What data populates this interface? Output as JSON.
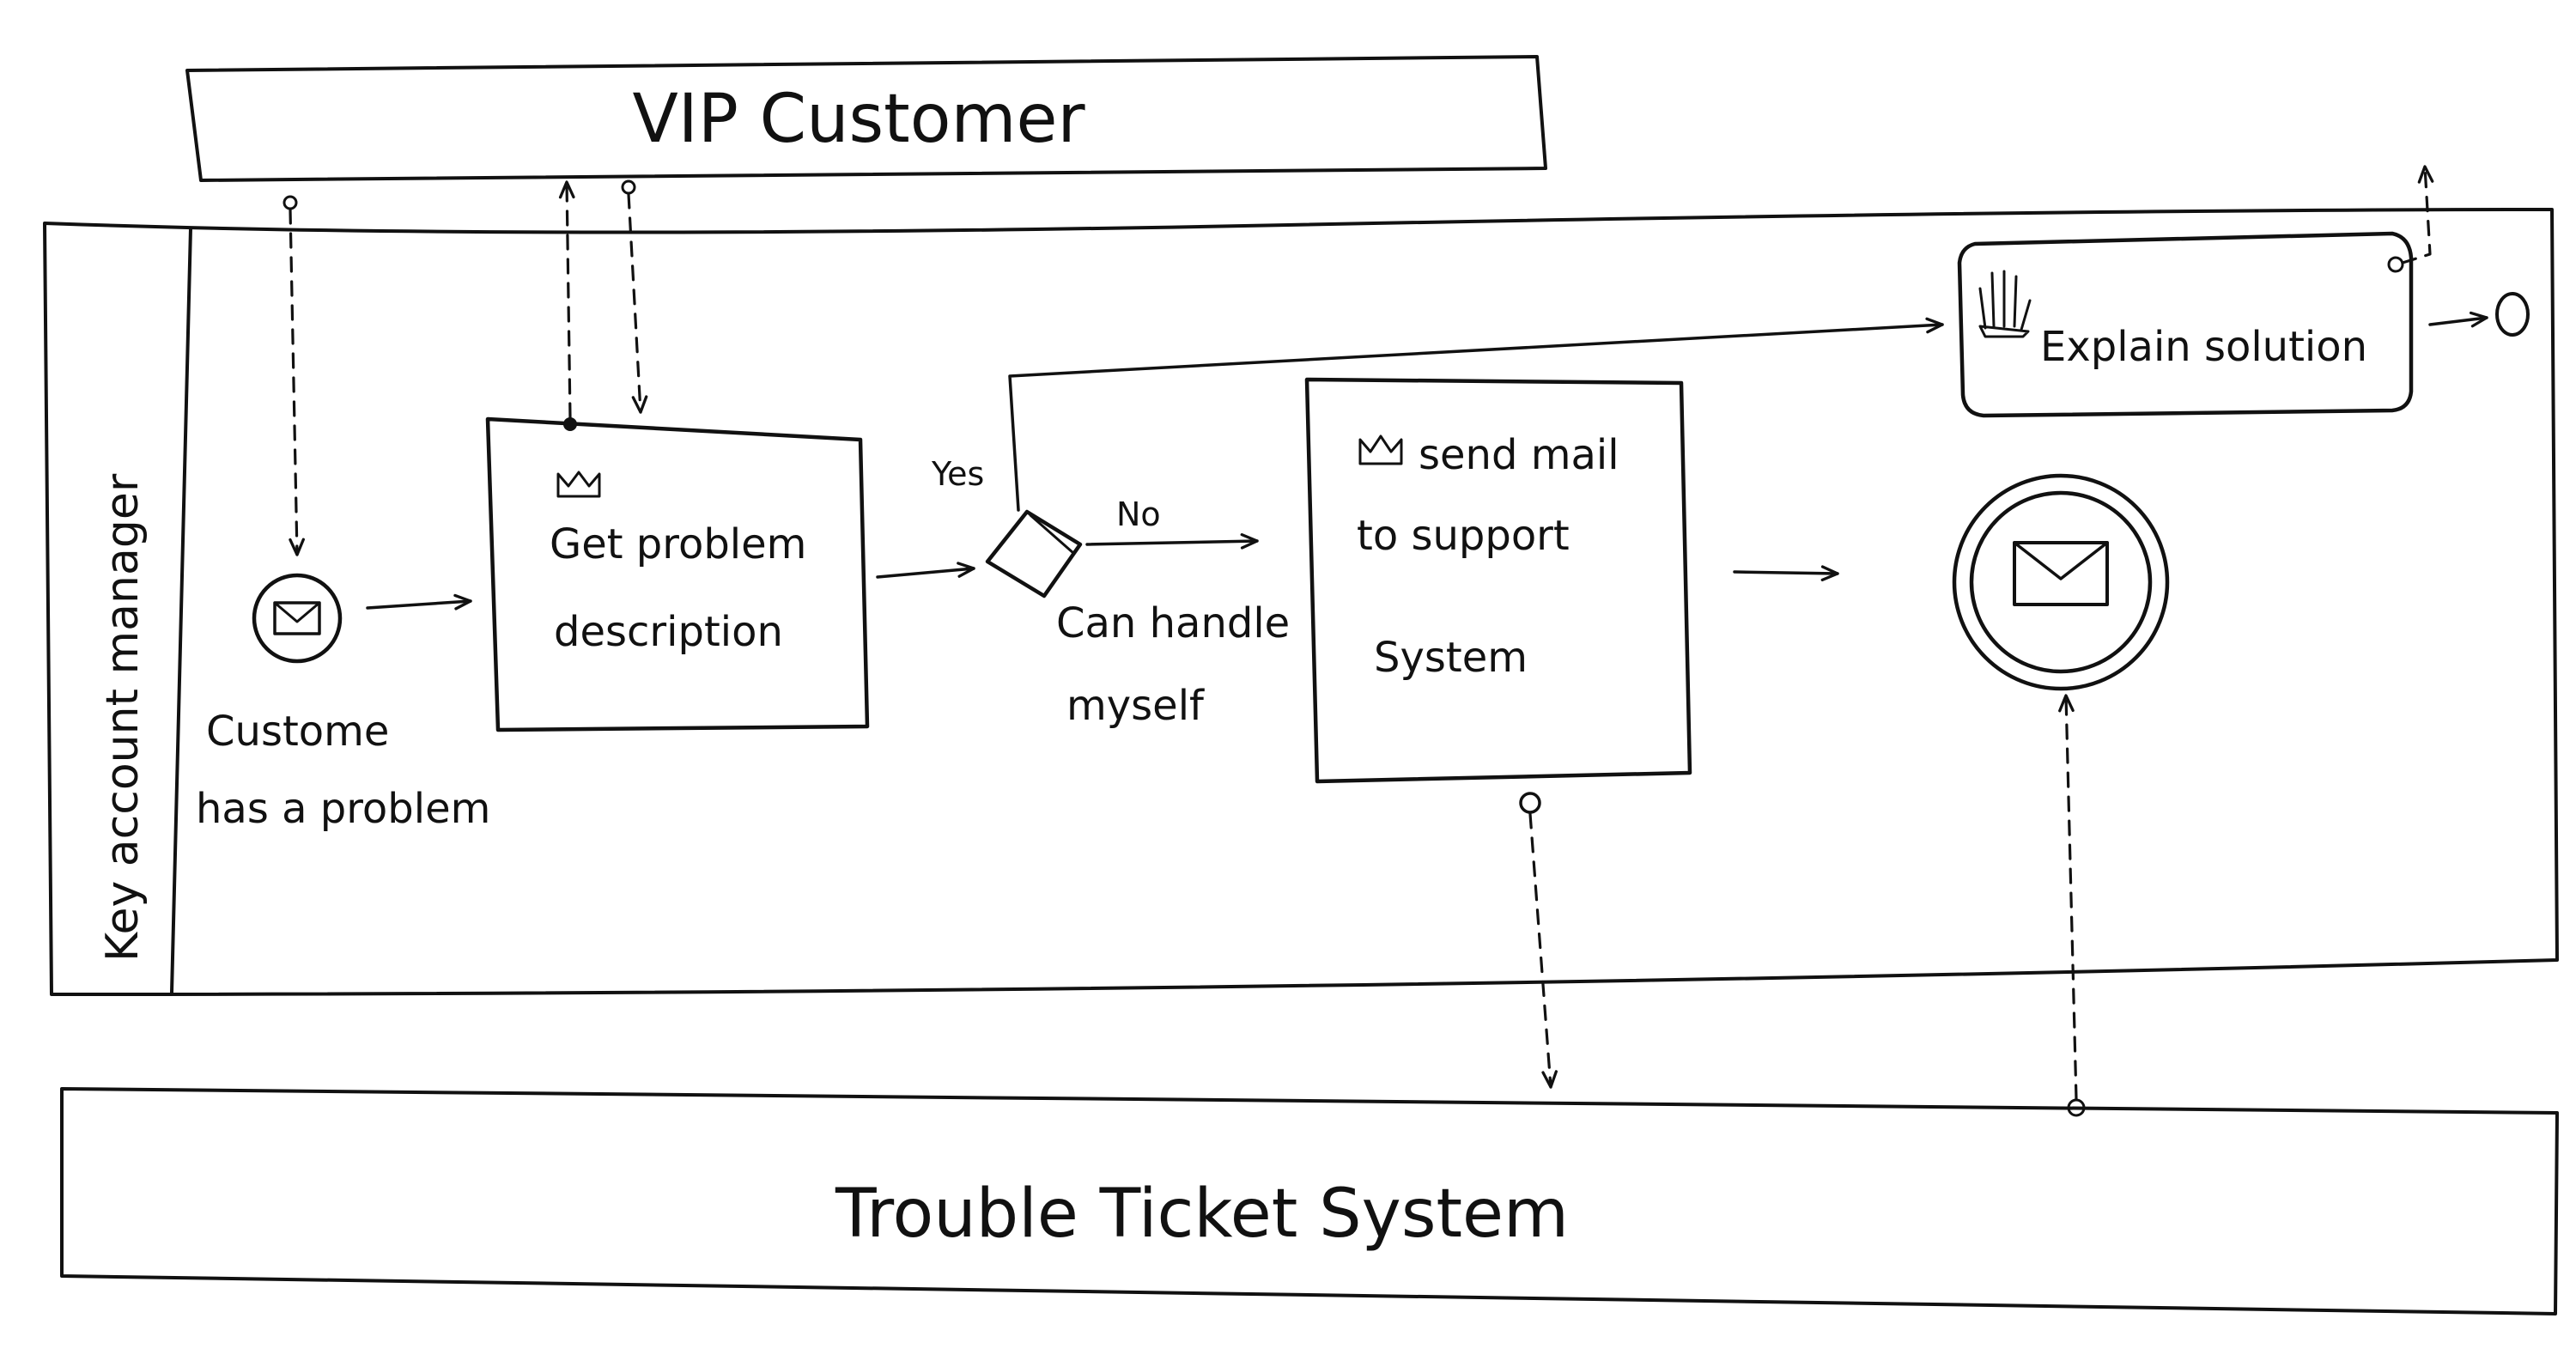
{
  "pools": {
    "vip_customer": "VIP Customer",
    "key_account_manager": "Key account manager",
    "trouble_ticket_system": "Trouble Ticket System"
  },
  "start_event": {
    "line1": "Custome",
    "line2": "has a problem",
    "icon": "envelope-icon"
  },
  "tasks": {
    "get_problem": {
      "line1": "Get problem",
      "line2": "description",
      "icon": "crown-icon"
    },
    "send_mail": {
      "line1": "send mail",
      "line2": "to support",
      "line3": "System",
      "icon": "crown-icon"
    },
    "explain_solution": {
      "label": "Explain solution",
      "icon": "hand-icon"
    }
  },
  "gateway": {
    "line1": "Can handle",
    "line2": "myself",
    "yes_label": "Yes",
    "no_label": "No"
  },
  "intermediate_event": {
    "icon": "envelope-icon"
  }
}
